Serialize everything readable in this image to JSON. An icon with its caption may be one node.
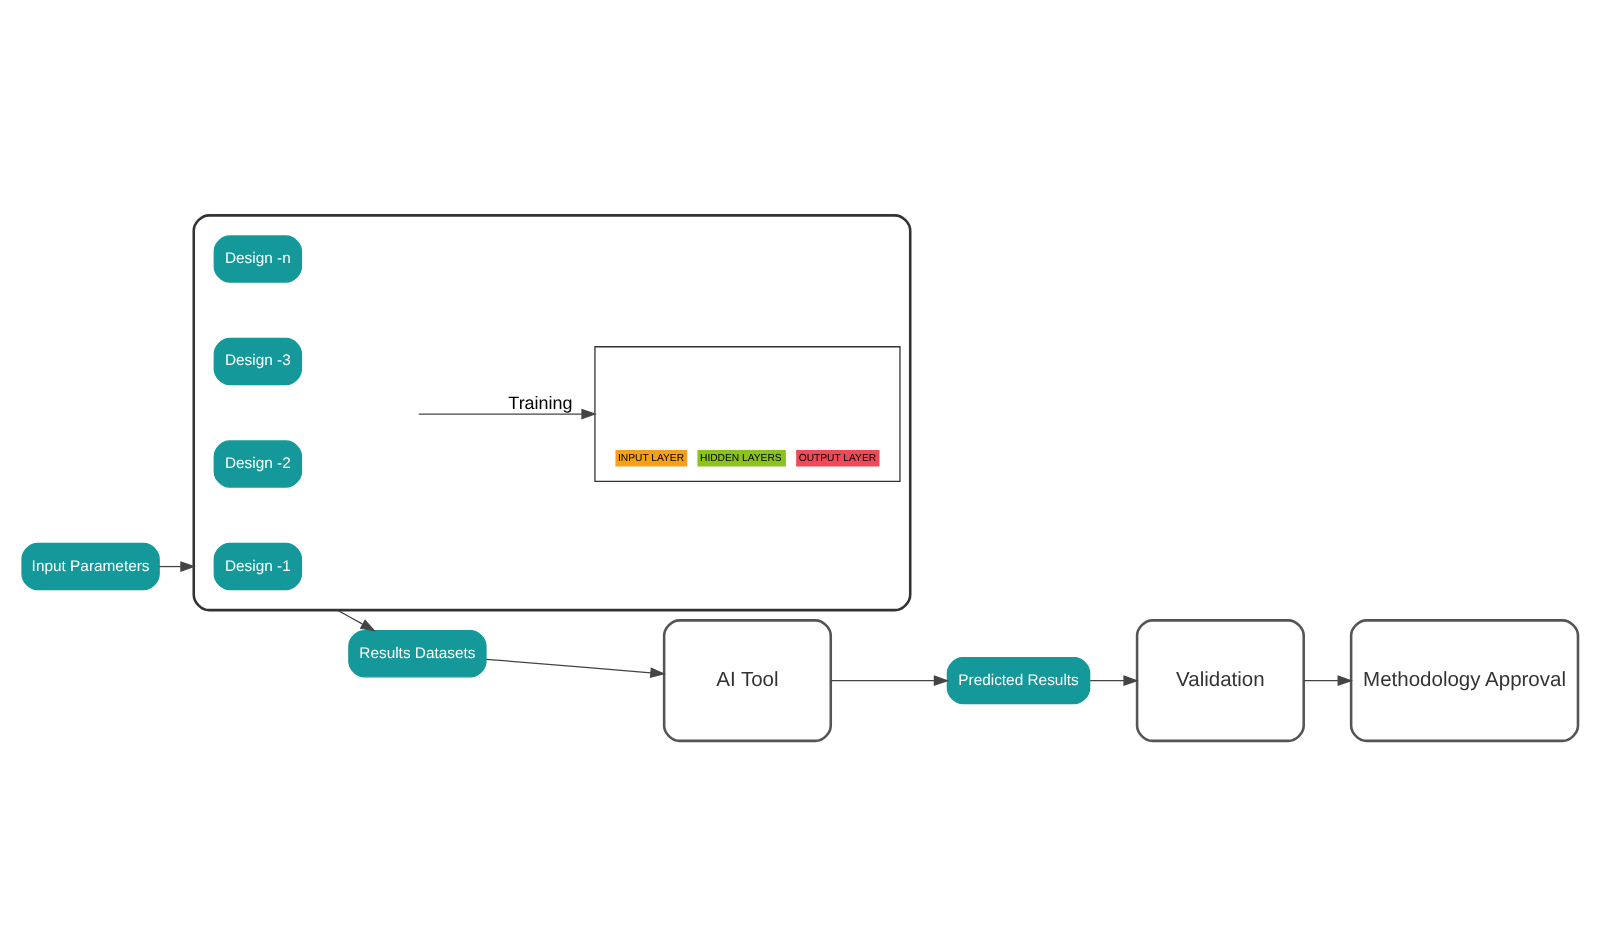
{
  "diagram": {
    "nodes": [
      {
        "text": [
          "Input Parameters"
        ]
      },
      {
        "text": [],
        "shape": "box"
      },
      {
        "text": [
          "Design -1"
        ],
        "in": 1
      },
      {
        "text": [
          "Design -2"
        ],
        "in": 1
      },
      {
        "text": [
          "Design -3"
        ],
        "in": 1
      },
      {
        "text": [
          "Design -n"
        ],
        "in": 1
      },
      {
        "text": [
          "INPUT LAYER",
          "HIDDEN LAYERS",
          "OUTPUT LAYER"
        ],
        "in": 1
      },
      {
        "text": [
          "Results Datasets"
        ]
      },
      {
        "text": [
          "AI Tool"
        ]
      },
      {
        "text": [
          "Predicted Results"
        ]
      },
      {
        "text": [
          "Validation"
        ]
      },
      {
        "text": [
          "Methodology Approval"
        ]
      }
    ],
    "edges": [
      {
        "from": 0,
        "to": 1,
        "arrow": "to"
      },
      {
        "from": null,
        "to": 6,
        "arrow": "to",
        "label": "Training"
      },
      {
        "from": 1,
        "to": 7,
        "arrow": "to"
      },
      {
        "from": 7,
        "to": 8,
        "arrow": "to"
      },
      {
        "from": 8,
        "to": 9,
        "arrow": "to"
      },
      {
        "from": 9,
        "to": 10,
        "arrow": "to"
      },
      {
        "from": 10,
        "to": 11,
        "arrow": "to"
      }
    ]
  }
}
